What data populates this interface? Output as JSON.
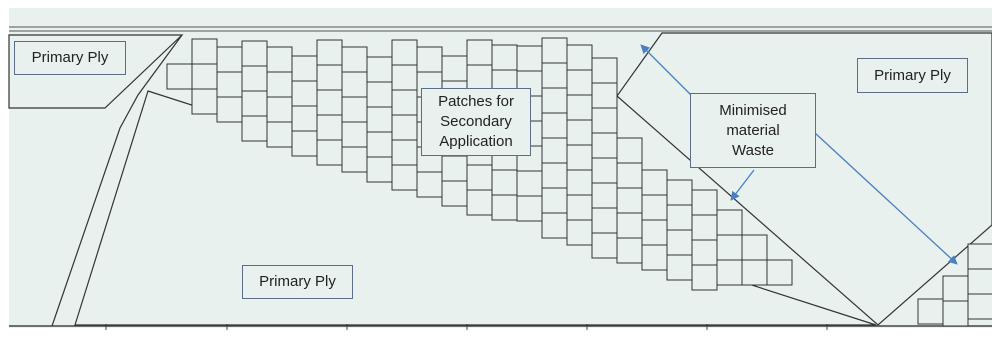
{
  "colors": {
    "background": "#e8f1ee",
    "outline": "#333333",
    "arrow": "#4a7fc0",
    "label_border": "#5a6f86"
  },
  "labels": {
    "primary_ply_top_left": "Primary Ply",
    "primary_ply_top_right": "Primary Ply",
    "primary_ply_bottom": "Primary Ply",
    "patches": "Patches for\nSecondary\nApplication",
    "waste": "Minimised\nmaterial\nWaste"
  }
}
